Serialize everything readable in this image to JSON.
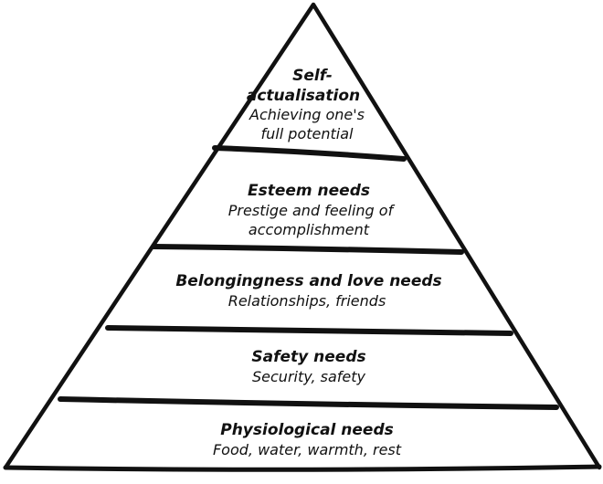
{
  "diagram": {
    "levels": [
      {
        "title_lines": [
          "Self-",
          "actualisation"
        ],
        "desc_lines": [
          "Achieving one's",
          "full potential"
        ]
      },
      {
        "title_lines": [
          "Esteem needs"
        ],
        "desc_lines": [
          "Prestige and feeling of",
          "accomplishment"
        ]
      },
      {
        "title_lines": [
          "Belongingness and love needs"
        ],
        "desc_lines": [
          "Relationships, friends"
        ]
      },
      {
        "title_lines": [
          "Safety needs"
        ],
        "desc_lines": [
          "Security, safety"
        ]
      },
      {
        "title_lines": [
          "Physiological needs"
        ],
        "desc_lines": [
          "Food, water, warmth, rest"
        ]
      }
    ]
  }
}
